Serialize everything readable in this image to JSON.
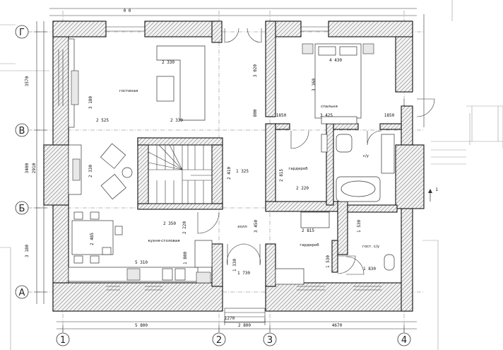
{
  "axes": {
    "rows": [
      {
        "id": "G",
        "label": "Г"
      },
      {
        "id": "V",
        "label": "В"
      },
      {
        "id": "B",
        "label": "Б"
      },
      {
        "id": "A",
        "label": "А"
      }
    ],
    "cols": [
      {
        "id": "1",
        "label": "1"
      },
      {
        "id": "2",
        "label": "2"
      },
      {
        "id": "3",
        "label": "3"
      },
      {
        "id": "4",
        "label": "4"
      }
    ]
  },
  "rooms": {
    "living": "гостиная",
    "bedroom": "спальня",
    "kitchen": "кухня-столовая",
    "hall": "холл",
    "bath": "с/у",
    "wardrobe_top": "гардероб",
    "wardrobe_bottom": "гардероб",
    "guest_wc": "гост. с/у"
  },
  "dimensions": {
    "bottom_1_2": "5 800",
    "bottom_2_3": "2 800",
    "bottom_3_4": "4670",
    "bottom_small": "1270",
    "left_G_V": "3570",
    "left_V_B": "3400",
    "left_B_A": "3 180",
    "left_inner_G_V": "3 180",
    "left_inner_V_B": "2910",
    "living_sofa": "2 330",
    "living_w": "2 525",
    "living_w2": "2 330",
    "stairs_h": "2 410",
    "stairs_dim": "1 325",
    "hall_w": "2 350",
    "kitchen_w": "5 310",
    "kitchen_h": "2 485",
    "kitchen_h2": "3 450",
    "bedroom_w": "4 430",
    "bedroom_h": "3 160",
    "bedroom_h2": "3 020",
    "bedroom_w2": "3 425",
    "bedroom_d": "800",
    "bath_small": "1850",
    "wardrobe_h": "2 815",
    "wardrobe_w": "2 220",
    "wardrobe2_w": "2 815",
    "wc_h": "1 530",
    "wc_w": "1 830",
    "entry_w": "1 730",
    "entry_h": "1 800",
    "hall_v": "1 330",
    "top_mark": "0 0",
    "stair_mark": "1 325",
    "landing": "1"
  }
}
